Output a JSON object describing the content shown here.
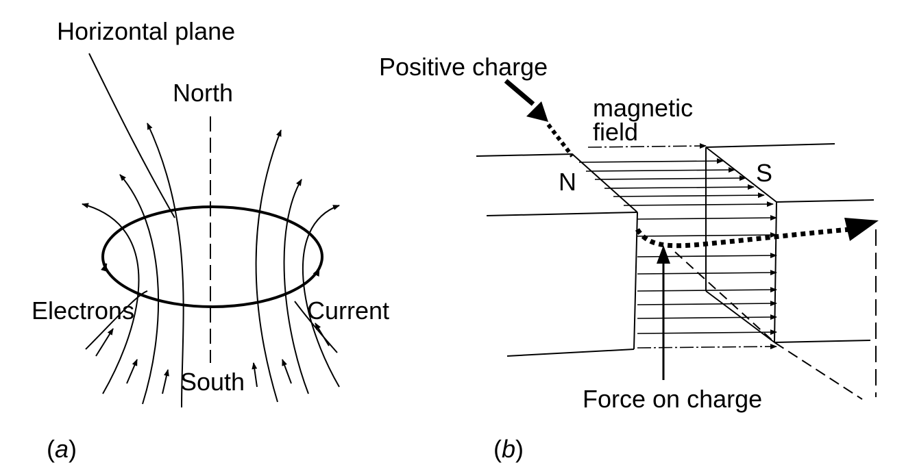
{
  "panel_a": {
    "title": "Horizontal plane",
    "north_label": "North",
    "south_label": "South",
    "electrons_label": "Electrons",
    "current_label": "Current",
    "caption_open": "(",
    "caption_letter": "a",
    "caption_close": ")"
  },
  "panel_b": {
    "positive_charge_label": "Positive charge",
    "magnetic_label": "magnetic",
    "field_label": "field",
    "n_label": "N",
    "s_label": "S",
    "force_label": "Force on charge",
    "caption_open": "(",
    "caption_letter": "b",
    "caption_close": ")"
  },
  "colors": {
    "ink": "#000000",
    "background": "#ffffff"
  }
}
